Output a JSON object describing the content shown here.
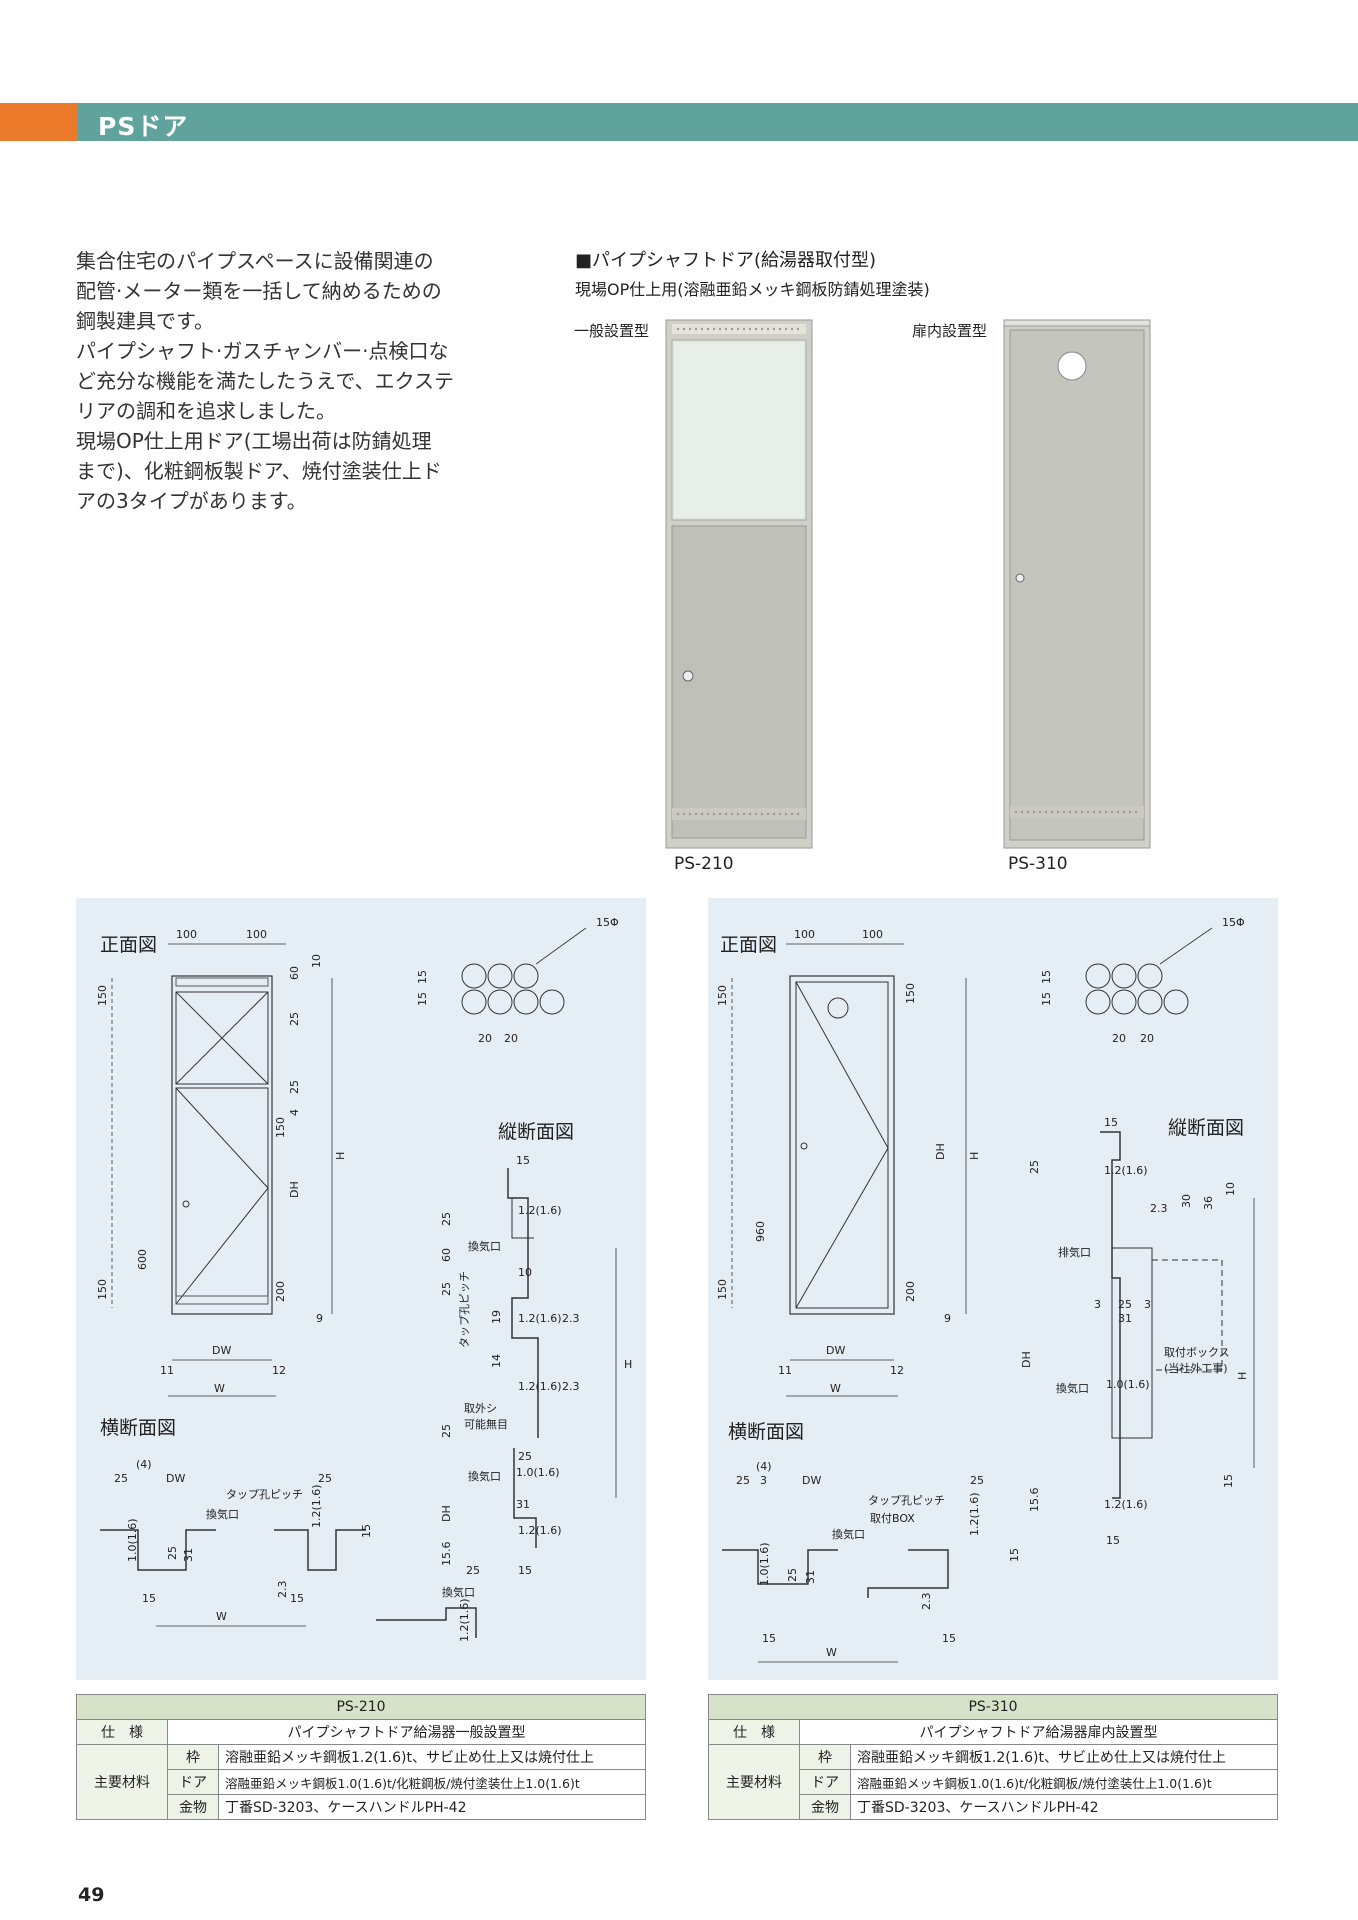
{
  "header": {
    "title": "PSドア"
  },
  "intro": {
    "lines": [
      "集合住宅のパイプスペースに設備関連の",
      "配管·メーター類を一括して納めるための",
      "鋼製建具です。",
      "パイプシャフト·ガスチャンバー·点検口な",
      "ど充分な機能を満たしたうえで、エクステ",
      "リアの調和を追求しました。",
      "現場OP仕上用ドア(工場出荷は防錆処理",
      "まで)、化粧鋼板製ドア、焼付塗装仕上ド",
      "アの3タイプがあります。"
    ]
  },
  "product": {
    "title": "■パイプシャフトドア(給湯器取付型)",
    "subtitle": "現場OP仕上用(溶融亜鉛メッキ鋼板防錆処理塗装)",
    "type_general": "一般設置型",
    "type_inside": "扉内設置型",
    "caption_210": "PS-210",
    "caption_310": "PS-310"
  },
  "drawings": {
    "front": "正面図",
    "horizontal": "横断面図",
    "vertical": "縦断面図",
    "labels": {
      "d100": "100",
      "d150": "150",
      "d600": "600",
      "d960": "960",
      "d200": "200",
      "d60": "60",
      "d10": "10",
      "d25": "25",
      "d4": "4",
      "d9": "9",
      "d11": "11",
      "d12": "12",
      "d15": "15",
      "d20": "20",
      "d3": "3",
      "d31": "31",
      "dDW": "DW",
      "dW": "W",
      "dH": "H",
      "dDH": "DH",
      "phi15": "15Φ",
      "t12": "1.2(1.6)",
      "t10": "1.0(1.6)",
      "d23": "2.3",
      "d14": "14",
      "d19": "19",
      "d156": "15.6",
      "paren4": "(4)",
      "d30": "30",
      "d36": "36",
      "vent": "換気口",
      "exhaust": "排気口",
      "tap": "タップ孔ピッチ",
      "tap_v": "タップ孔ピッチ",
      "removable1": "取外シ",
      "removable2": "可能無目",
      "box": "取付BOX",
      "box1": "取付ボックス",
      "box2": "(当社外工事)"
    }
  },
  "spec_210": {
    "model": "PS-210",
    "label_spec": "仕　様",
    "spec": "パイプシャフトドア給湯器一般設置型",
    "label_material": "主要材料",
    "frame_label": "枠",
    "frame": "溶融亜鉛メッキ鋼板1.2(1.6)t、サビ止め仕上又は焼付仕上",
    "door_label": "ドア",
    "door": "溶融亜鉛メッキ鋼板1.0(1.6)t/化粧鋼板/焼付塗装仕上1.0(1.6)t",
    "hw_label": "金物",
    "hw": "丁番SD-3203、ケースハンドルPH-42"
  },
  "spec_310": {
    "model": "PS-310",
    "label_spec": "仕　様",
    "spec": "パイプシャフトドア給湯器扉内設置型",
    "label_material": "主要材料",
    "frame_label": "枠",
    "frame": "溶融亜鉛メッキ鋼板1.2(1.6)t、サビ止め仕上又は焼付仕上",
    "door_label": "ドア",
    "door": "溶融亜鉛メッキ鋼板1.0(1.6)t/化粧鋼板/焼付塗装仕上1.0(1.6)t",
    "hw_label": "金物",
    "hw": "丁番SD-3203、ケースハンドルPH-42"
  },
  "page_number": "49",
  "colors": {
    "header": "#5fa39c",
    "accent": "#ec7a2b",
    "panel": "#e6eef5",
    "table_head": "#d6e3c9"
  }
}
